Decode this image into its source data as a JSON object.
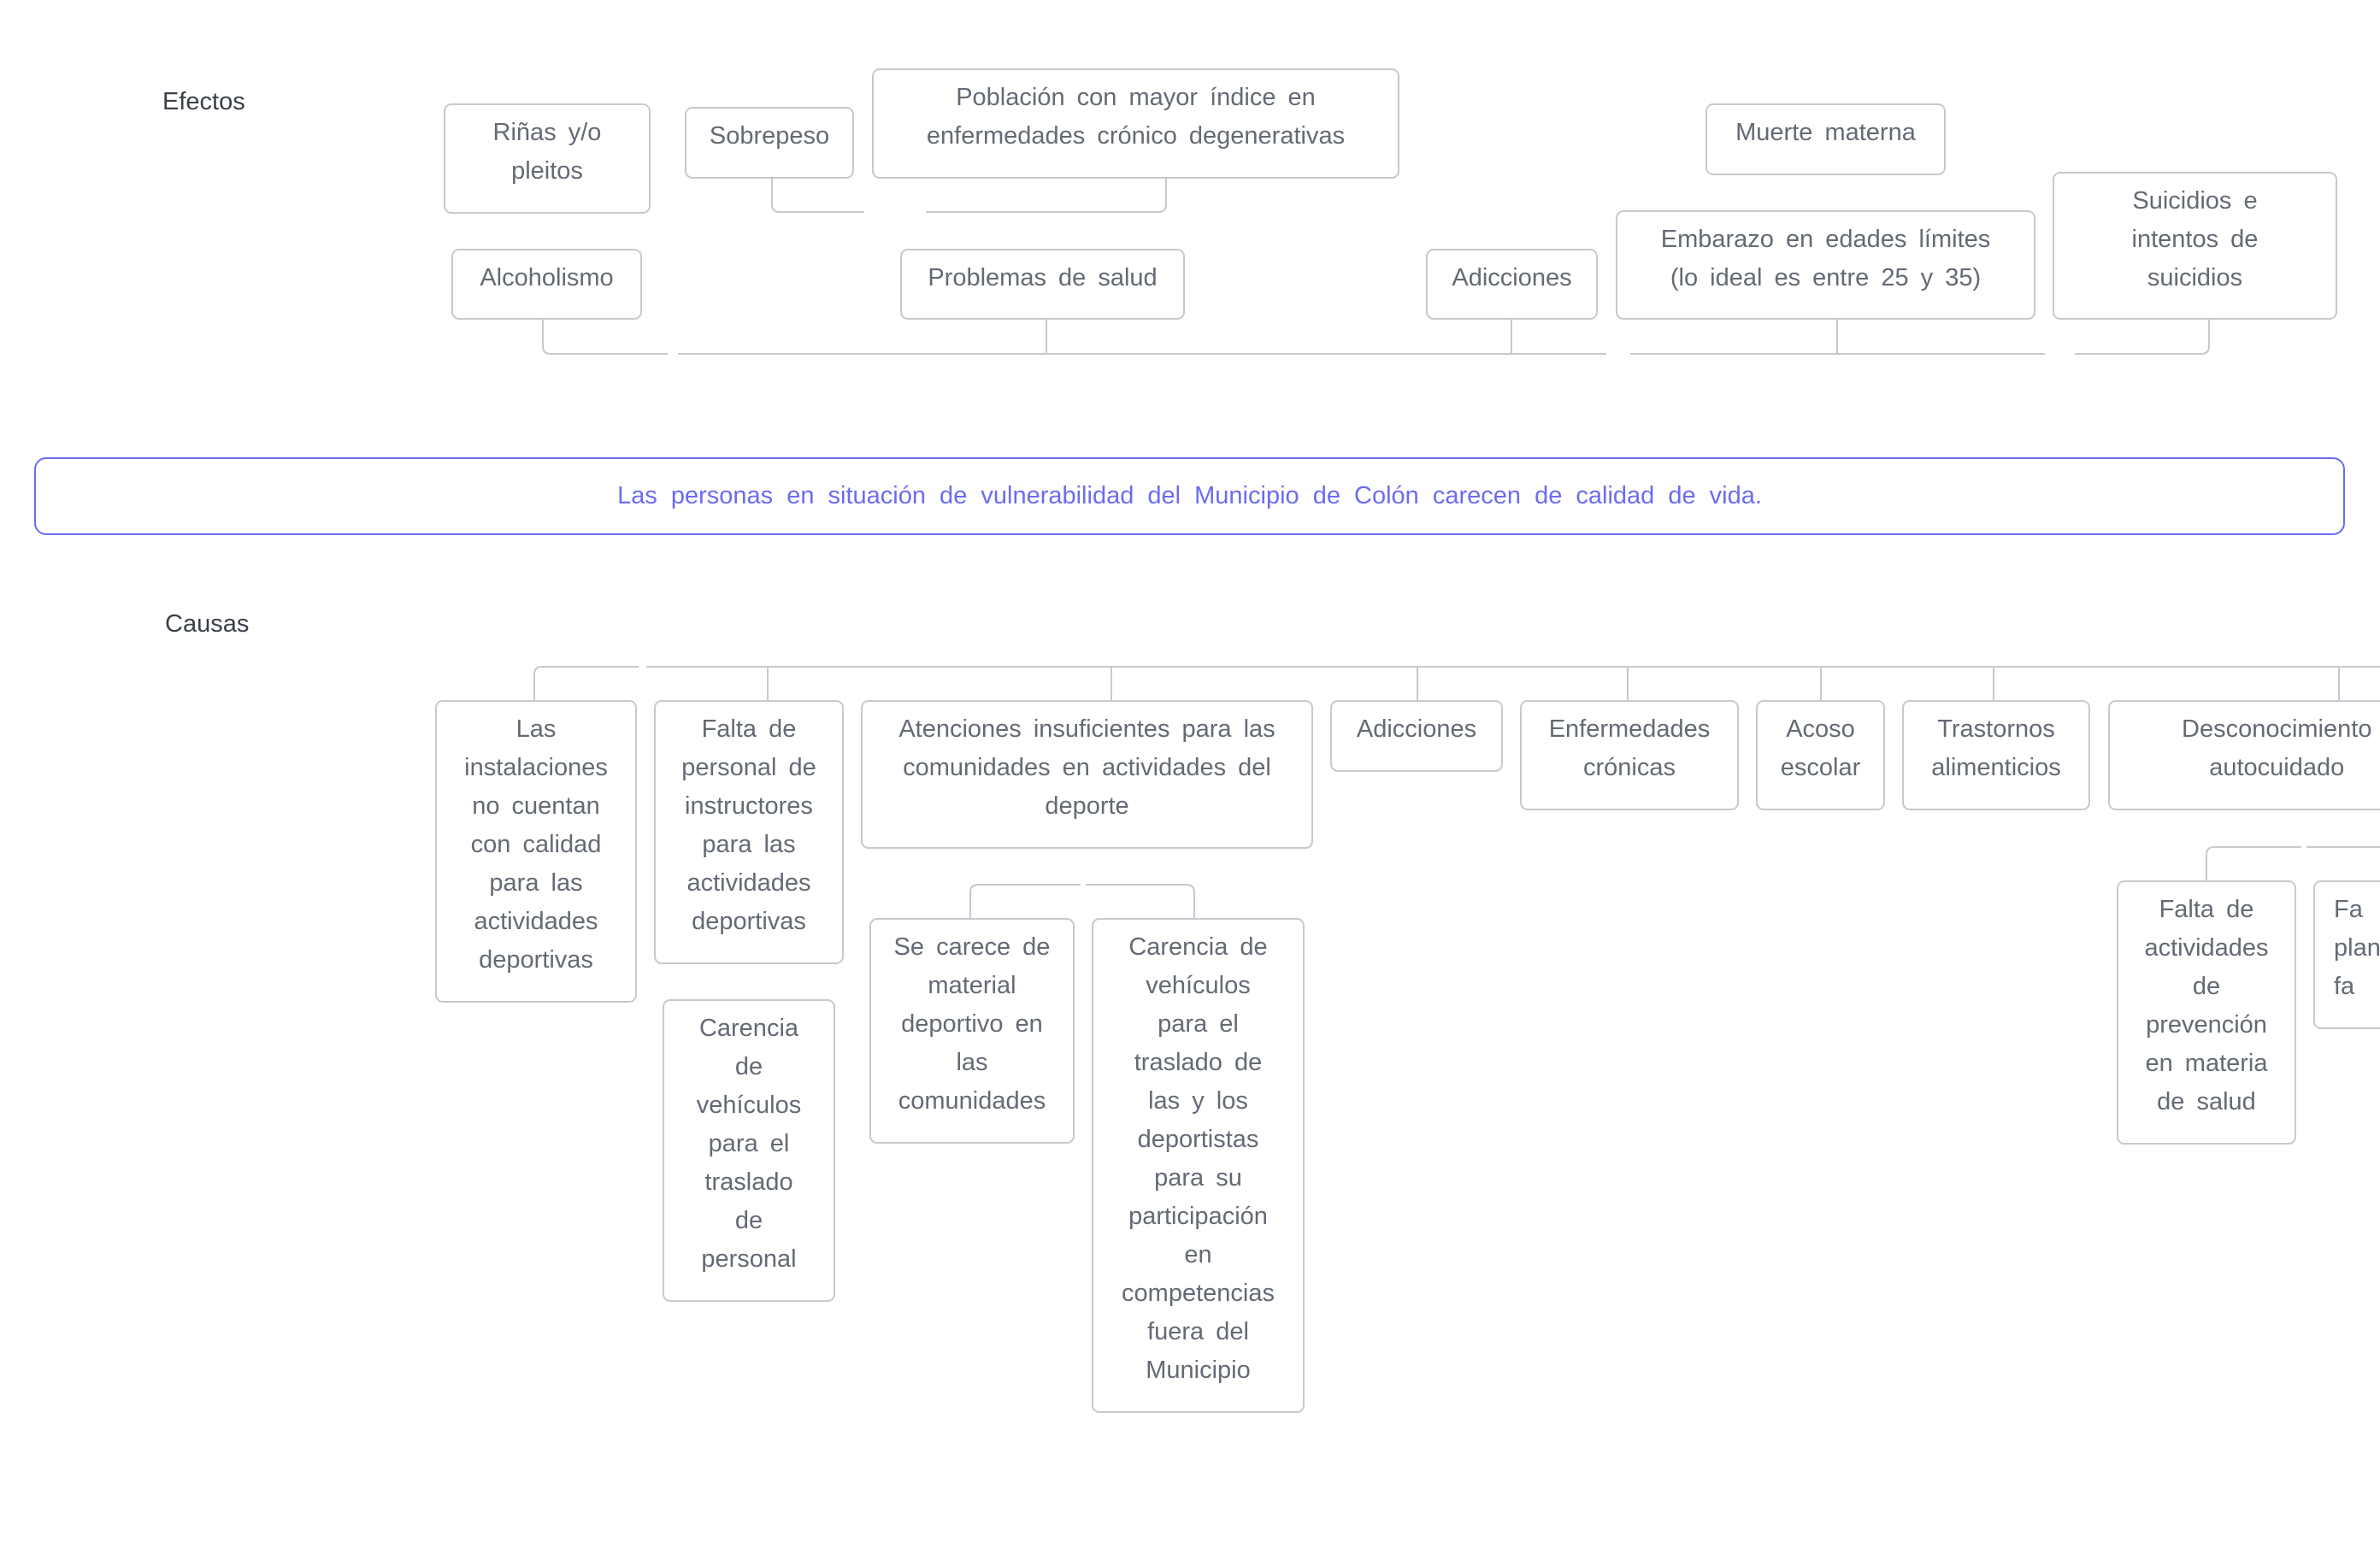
{
  "labels": {
    "effects": "Efectos",
    "causes": "Causas"
  },
  "problem": "Las personas en situación de vulnerabilidad del Municipio de Colón carecen de calidad de vida.",
  "effects": {
    "rinas": "Riñas y/o\npleitos",
    "sobrepeso": "Sobrepeso",
    "poblacion": "Población con mayor índice en\nenfermedades crónico degenerativas",
    "muerte_materna": "Muerte materna",
    "alcoholismo": "Alcoholismo",
    "problemas_salud": "Problemas de salud",
    "adicciones": "Adicciones",
    "embarazo": "Embarazo en edades límites\n(lo ideal es entre 25 y 35)",
    "suicidios": "Suicidios e\nintentos de\nsuicidios"
  },
  "causes": {
    "instalaciones": "Las\ninstalaciones\nno cuentan\ncon calidad\npara las\nactividades\ndeportivas",
    "falta_personal": "Falta de\npersonal de\ninstructores\npara las\nactividades\ndeportivas",
    "carencia_personal": "Carencia\nde\nvehículos\npara el\ntraslado\nde\npersonal",
    "atenciones": "Atenciones insuficientes para las\ncomunidades en actividades del\ndeporte",
    "material": "Se carece de\nmaterial\ndeportivo en\nlas\ncomunidades",
    "carencia_deportistas": "Carencia de\nvehículos\npara el\ntraslado de\nlas y los\ndeportistas\npara su\nparticipación\nen\ncompetencias\nfuera del\nMunicipio",
    "adicciones": "Adicciones",
    "enfermedades": "Enfermedades\ncrónicas",
    "acoso": "Acoso\nescolar",
    "trastornos": "Trastornos\nalimenticios",
    "desconocimiento": "Desconocimiento\nautocuidado",
    "falta_actividades": "Falta de\nactividades\nde\nprevención\nen materia\nde salud",
    "fa_partial": "Fa\nplan\nfa"
  },
  "colors": {
    "box_border": "#c6c9cf",
    "box_text": "#646a75",
    "problem_accent": "#6b6cf0",
    "connector": "#c6c9cf"
  }
}
